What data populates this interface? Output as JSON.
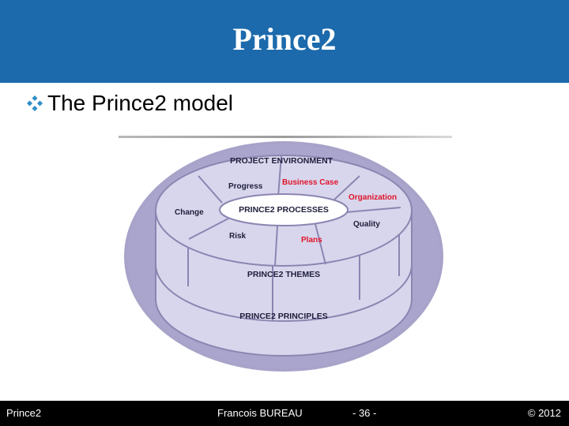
{
  "header": {
    "title": "Prince2"
  },
  "subtitle": {
    "text": "The Prince2 model"
  },
  "diagram": {
    "environment": "PROJECT ENVIRONMENT",
    "processes": "PRINCE2 PROCESSES",
    "themes_label": "PRINCE2  THEMES",
    "principles": "PRINCE2 PRINCIPLES",
    "themes": {
      "progress": "Progress",
      "business_case": "Business Case",
      "organization": "Organization",
      "quality": "Quality",
      "plans": "Plans",
      "risk": "Risk",
      "change": "Change"
    }
  },
  "footer": {
    "left": "Prince2",
    "author": "Francois BUREAU",
    "page": "- 36 -",
    "copyright": "© 2012"
  },
  "colors": {
    "header_bg": "#1c6aac",
    "bullet": "#2e8ec8",
    "ring_outer": "#a7a3c9",
    "segment_fill": "#d8d6ec",
    "segment_stroke": "#8a86b2",
    "highlight_text": "#e0142a",
    "diagram_text": "#1e1e3c"
  }
}
